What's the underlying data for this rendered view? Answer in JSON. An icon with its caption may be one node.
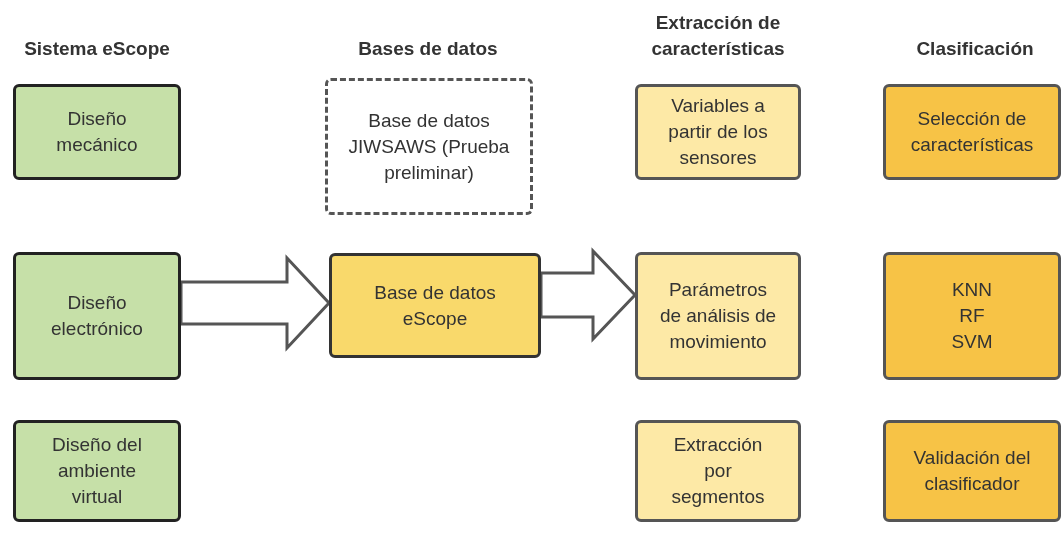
{
  "diagram": {
    "nodes": [
      {
        "text": [
          "Diseño mecánico"
        ]
      },
      {
        "text": [
          "Diseño electrónico"
        ]
      },
      {
        "text": [
          "Diseño del ambiente virtual"
        ]
      },
      {
        "text": [
          "Base de datos JIWSAWS (Prueba preliminar)"
        ]
      },
      {
        "text": [
          "Base de datos eScope"
        ]
      },
      {
        "text": [
          "Variables a partir de los sensores"
        ]
      },
      {
        "text": [
          "Parámetros de análisis de movimiento"
        ]
      },
      {
        "text": [
          "Extracción por segmentos"
        ]
      },
      {
        "text": [
          "Selección de características"
        ]
      },
      {
        "text": [
          "KNN",
          "RF",
          "SVM"
        ]
      },
      {
        "text": [
          "Validación del clasificador"
        ]
      }
    ],
    "edges": [
      {
        "from": 1,
        "to": 4,
        "arrow": "to",
        "style": "thick"
      },
      {
        "from": 4,
        "to": 6,
        "arrow": "to",
        "style": "thick"
      }
    ],
    "labels": [
      "Sistema eScope",
      "Bases de datos",
      "Extracción de características",
      "Clasificación"
    ]
  }
}
